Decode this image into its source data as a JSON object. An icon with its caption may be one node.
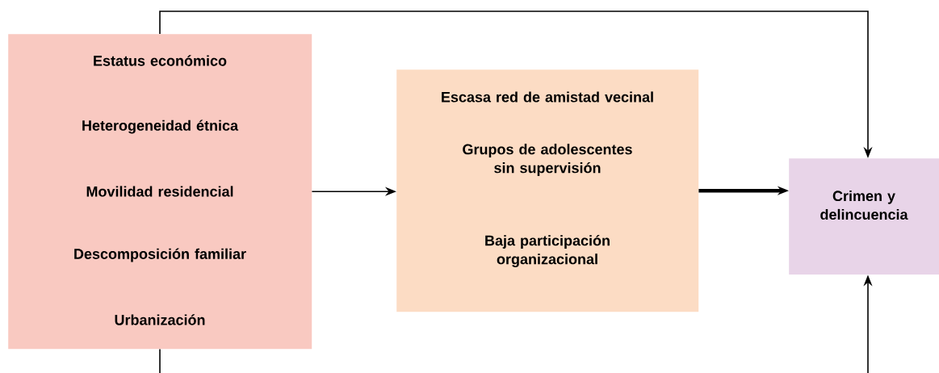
{
  "diagram": {
    "nodes": [
      {
        "text": [
          "Estatus económico",
          "Heterogeneidad étnica",
          "Movilidad residencial",
          "Descomposición familiar",
          "Urbanización"
        ]
      },
      {
        "text": [
          "Escasa red de amistad vecinal",
          "Grupos de adolescentes sin supervisión",
          "Baja participación organizacional"
        ]
      },
      {
        "text": [
          "Crimen y delincuencia"
        ]
      }
    ],
    "edges": [
      {
        "from": 0,
        "to": 1,
        "arrow": "to"
      },
      {
        "from": 1,
        "to": 2,
        "arrow": "to",
        "style": "thick"
      },
      {
        "from": 0,
        "to": 2,
        "arrow": "to"
      },
      {
        "from": 0,
        "to": null,
        "arrow": "none"
      },
      {
        "from": null,
        "to": 2,
        "arrow": "to"
      }
    ]
  }
}
